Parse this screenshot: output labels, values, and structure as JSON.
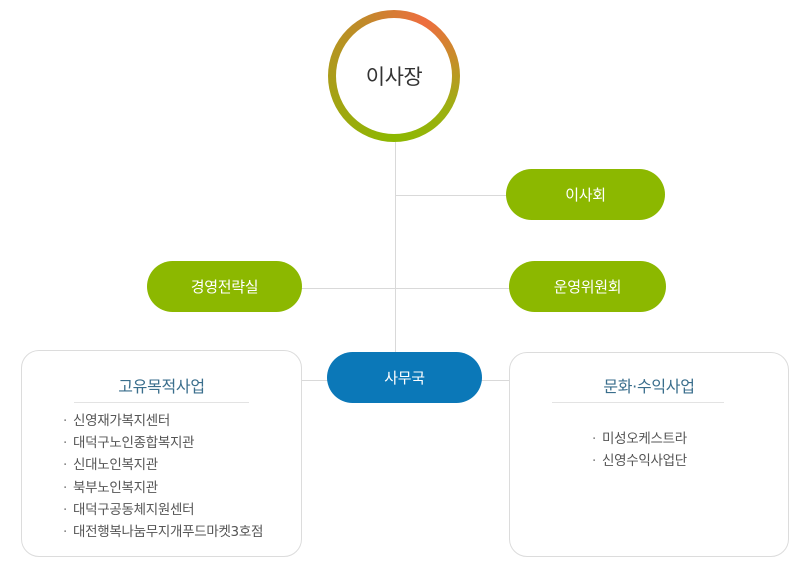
{
  "chairman": "이사장",
  "board": "이사회",
  "steering_committee": "운영위원회",
  "strategy_office": "경영전략실",
  "secretariat": "사무국",
  "unique_projects": {
    "title": "고유목적사업",
    "items": [
      "신영재가복지센터",
      "대덕구노인종합복지관",
      "신대노인복지관",
      "북부노인복지관",
      "대덕구공동체지원센터",
      "대전행복나눔무지개푸드마켓3호점"
    ]
  },
  "revenue_projects": {
    "title": "문화·수익사업",
    "items": [
      "미성오케스트라",
      "신영수익사업단"
    ]
  }
}
